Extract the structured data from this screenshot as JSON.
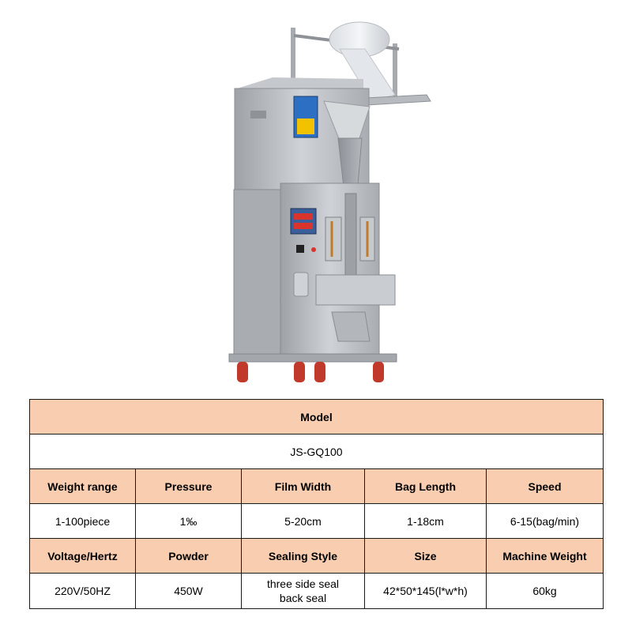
{
  "product_image": {
    "panel_display_color": "#f2c200",
    "body_color": "#b9bcc0",
    "wheel_color": "#c0392b"
  },
  "spec_table": {
    "header_color": "#f9cdb0",
    "model_label": "Model",
    "model_value": "JS-GQ100",
    "row1_headers": [
      "Weight range",
      "Pressure",
      "Film Width",
      "Bag Length",
      "Speed"
    ],
    "row1_values": [
      "1-100piece",
      "1‰",
      "5-20cm",
      "1-18cm",
      "6-15(bag/min)"
    ],
    "row2_headers": [
      "Voltage/Hertz",
      "Powder",
      "Sealing Style",
      "Size",
      "Machine Weight"
    ],
    "row2_values": [
      "220V/50HZ",
      "450W",
      [
        "three side seal",
        "back seal"
      ],
      "42*50*145(l*w*h)",
      "60kg"
    ]
  }
}
